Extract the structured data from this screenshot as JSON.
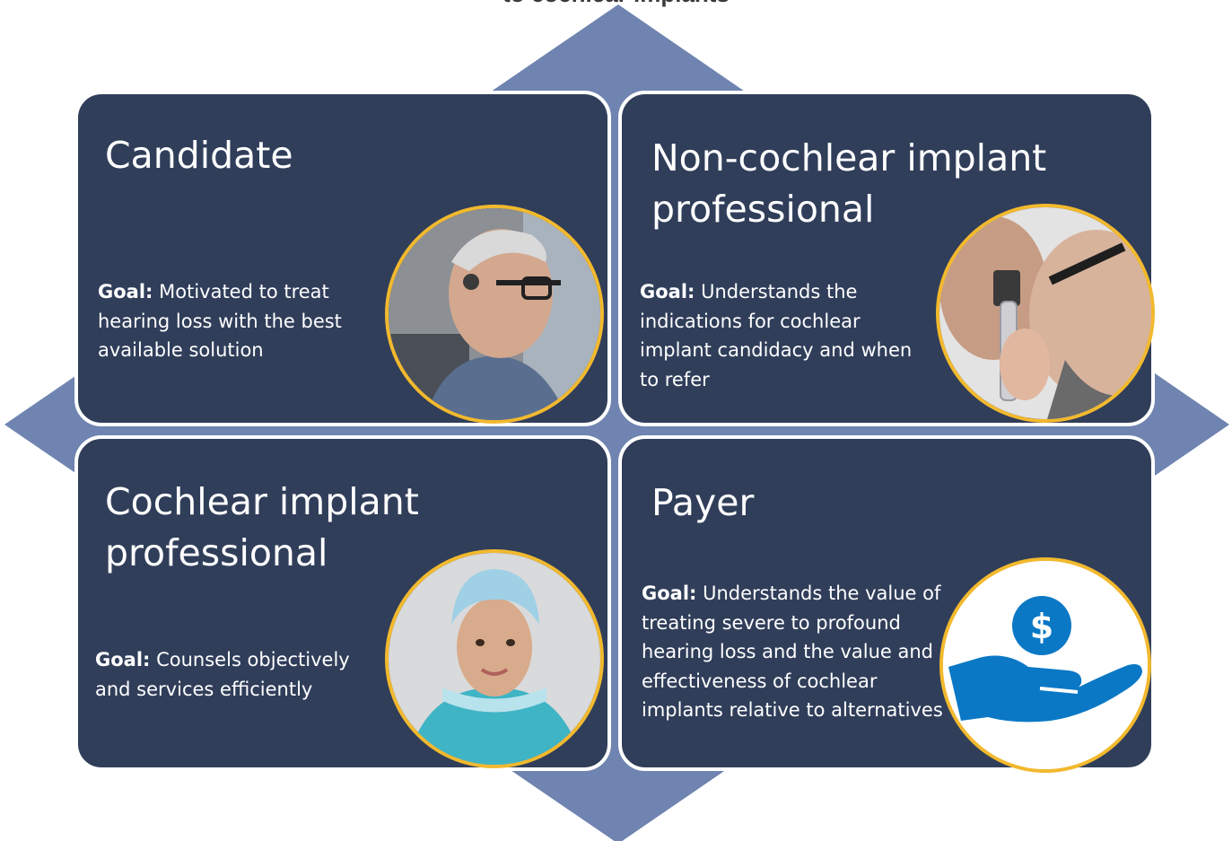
{
  "header": {
    "title": "to cochlear implants"
  },
  "colors": {
    "card_bg": "#303e5a",
    "diamond": "#6f84b0",
    "ring": "#f2b92e",
    "text": "#ffffff",
    "icon_blue": "#0a78c5"
  },
  "cards": {
    "candidate": {
      "title": "Candidate",
      "goal_label": "Goal:",
      "goal_text": " Motivated to treat hearing loss with the best available solution",
      "image": "elderly-man-with-cochlear-implant-photo"
    },
    "non_ci_professional": {
      "title": "Non-cochlear implant professional",
      "goal_label": "Goal:",
      "goal_text": " Understands the indications for cochlear implant candidacy and when to refer",
      "image": "doctor-using-otoscope-photo"
    },
    "ci_professional": {
      "title": "Cochlear implant professional",
      "goal_label": "Goal:",
      "goal_text": " Counsels objectively and services efficiently",
      "image": "surgeon-in-cap-and-mask-photo"
    },
    "payer": {
      "title": "Payer",
      "goal_label": "Goal:",
      "goal_text": " Understands the value of treating severe to profound hearing loss and the value and effectiveness of cochlear implants relative to alternatives",
      "image": "hand-holding-dollar-coin-icon"
    }
  }
}
